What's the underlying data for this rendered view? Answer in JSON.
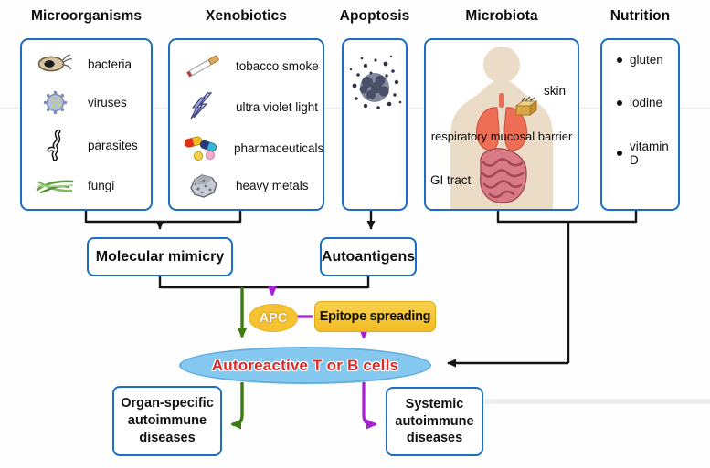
{
  "figure": {
    "title_row": [
      "Microorganisms",
      "Xenobiotics",
      "Apoptosis",
      "Microbiota",
      "Nutrition"
    ],
    "columns": [
      {
        "title": "Microorganisms",
        "items": [
          {
            "icon": "bacteria-icon",
            "label": "bacteria"
          },
          {
            "icon": "virus-icon",
            "label": "viruses"
          },
          {
            "icon": "parasite-icon",
            "label": "parasites"
          },
          {
            "icon": "fungi-icon",
            "label": "fungi"
          }
        ]
      },
      {
        "title": "Xenobiotics",
        "items": [
          {
            "icon": "cigarette-icon",
            "label": "tobacco smoke"
          },
          {
            "icon": "lightning-icon",
            "label": "ultra violet light"
          },
          {
            "icon": "pills-icon",
            "label": "pharmaceuticals"
          },
          {
            "icon": "metal-ore-icon",
            "label": "heavy metals"
          }
        ]
      },
      {
        "title": "Apoptosis",
        "items": []
      },
      {
        "title": "Microbiota",
        "labels": {
          "skin": "skin",
          "respiratory": "respiratory mucosal barrier",
          "gi_tract": "GI tract"
        }
      },
      {
        "title": "Nutrition",
        "bullets": [
          "gluten",
          "iodine",
          "vitamin D"
        ]
      }
    ],
    "nodes": {
      "molecular_mimicry": "Molecular mimicry",
      "autoantigens": "Autoantigens",
      "apc": "APC",
      "epitope_spreading": "Epitope spreading",
      "autoreactive_cells": "Autoreactive T or B cells",
      "organ_specific": "Organ-specific autoimmune diseases",
      "systemic": "Systemic autoimmune diseases"
    },
    "colors": {
      "box_border": "#1b6ec2",
      "connector_black": "#151515",
      "arrow_green": "#3c7a12",
      "arrow_purple": "#a81fd0",
      "apc_fill": "#f4c232",
      "epitope_fill": "#f6c531",
      "cells_ellipse_fill": "#85c9f1",
      "cells_ellipse_border": "#66aedd",
      "cells_text": "#e02626"
    }
  }
}
